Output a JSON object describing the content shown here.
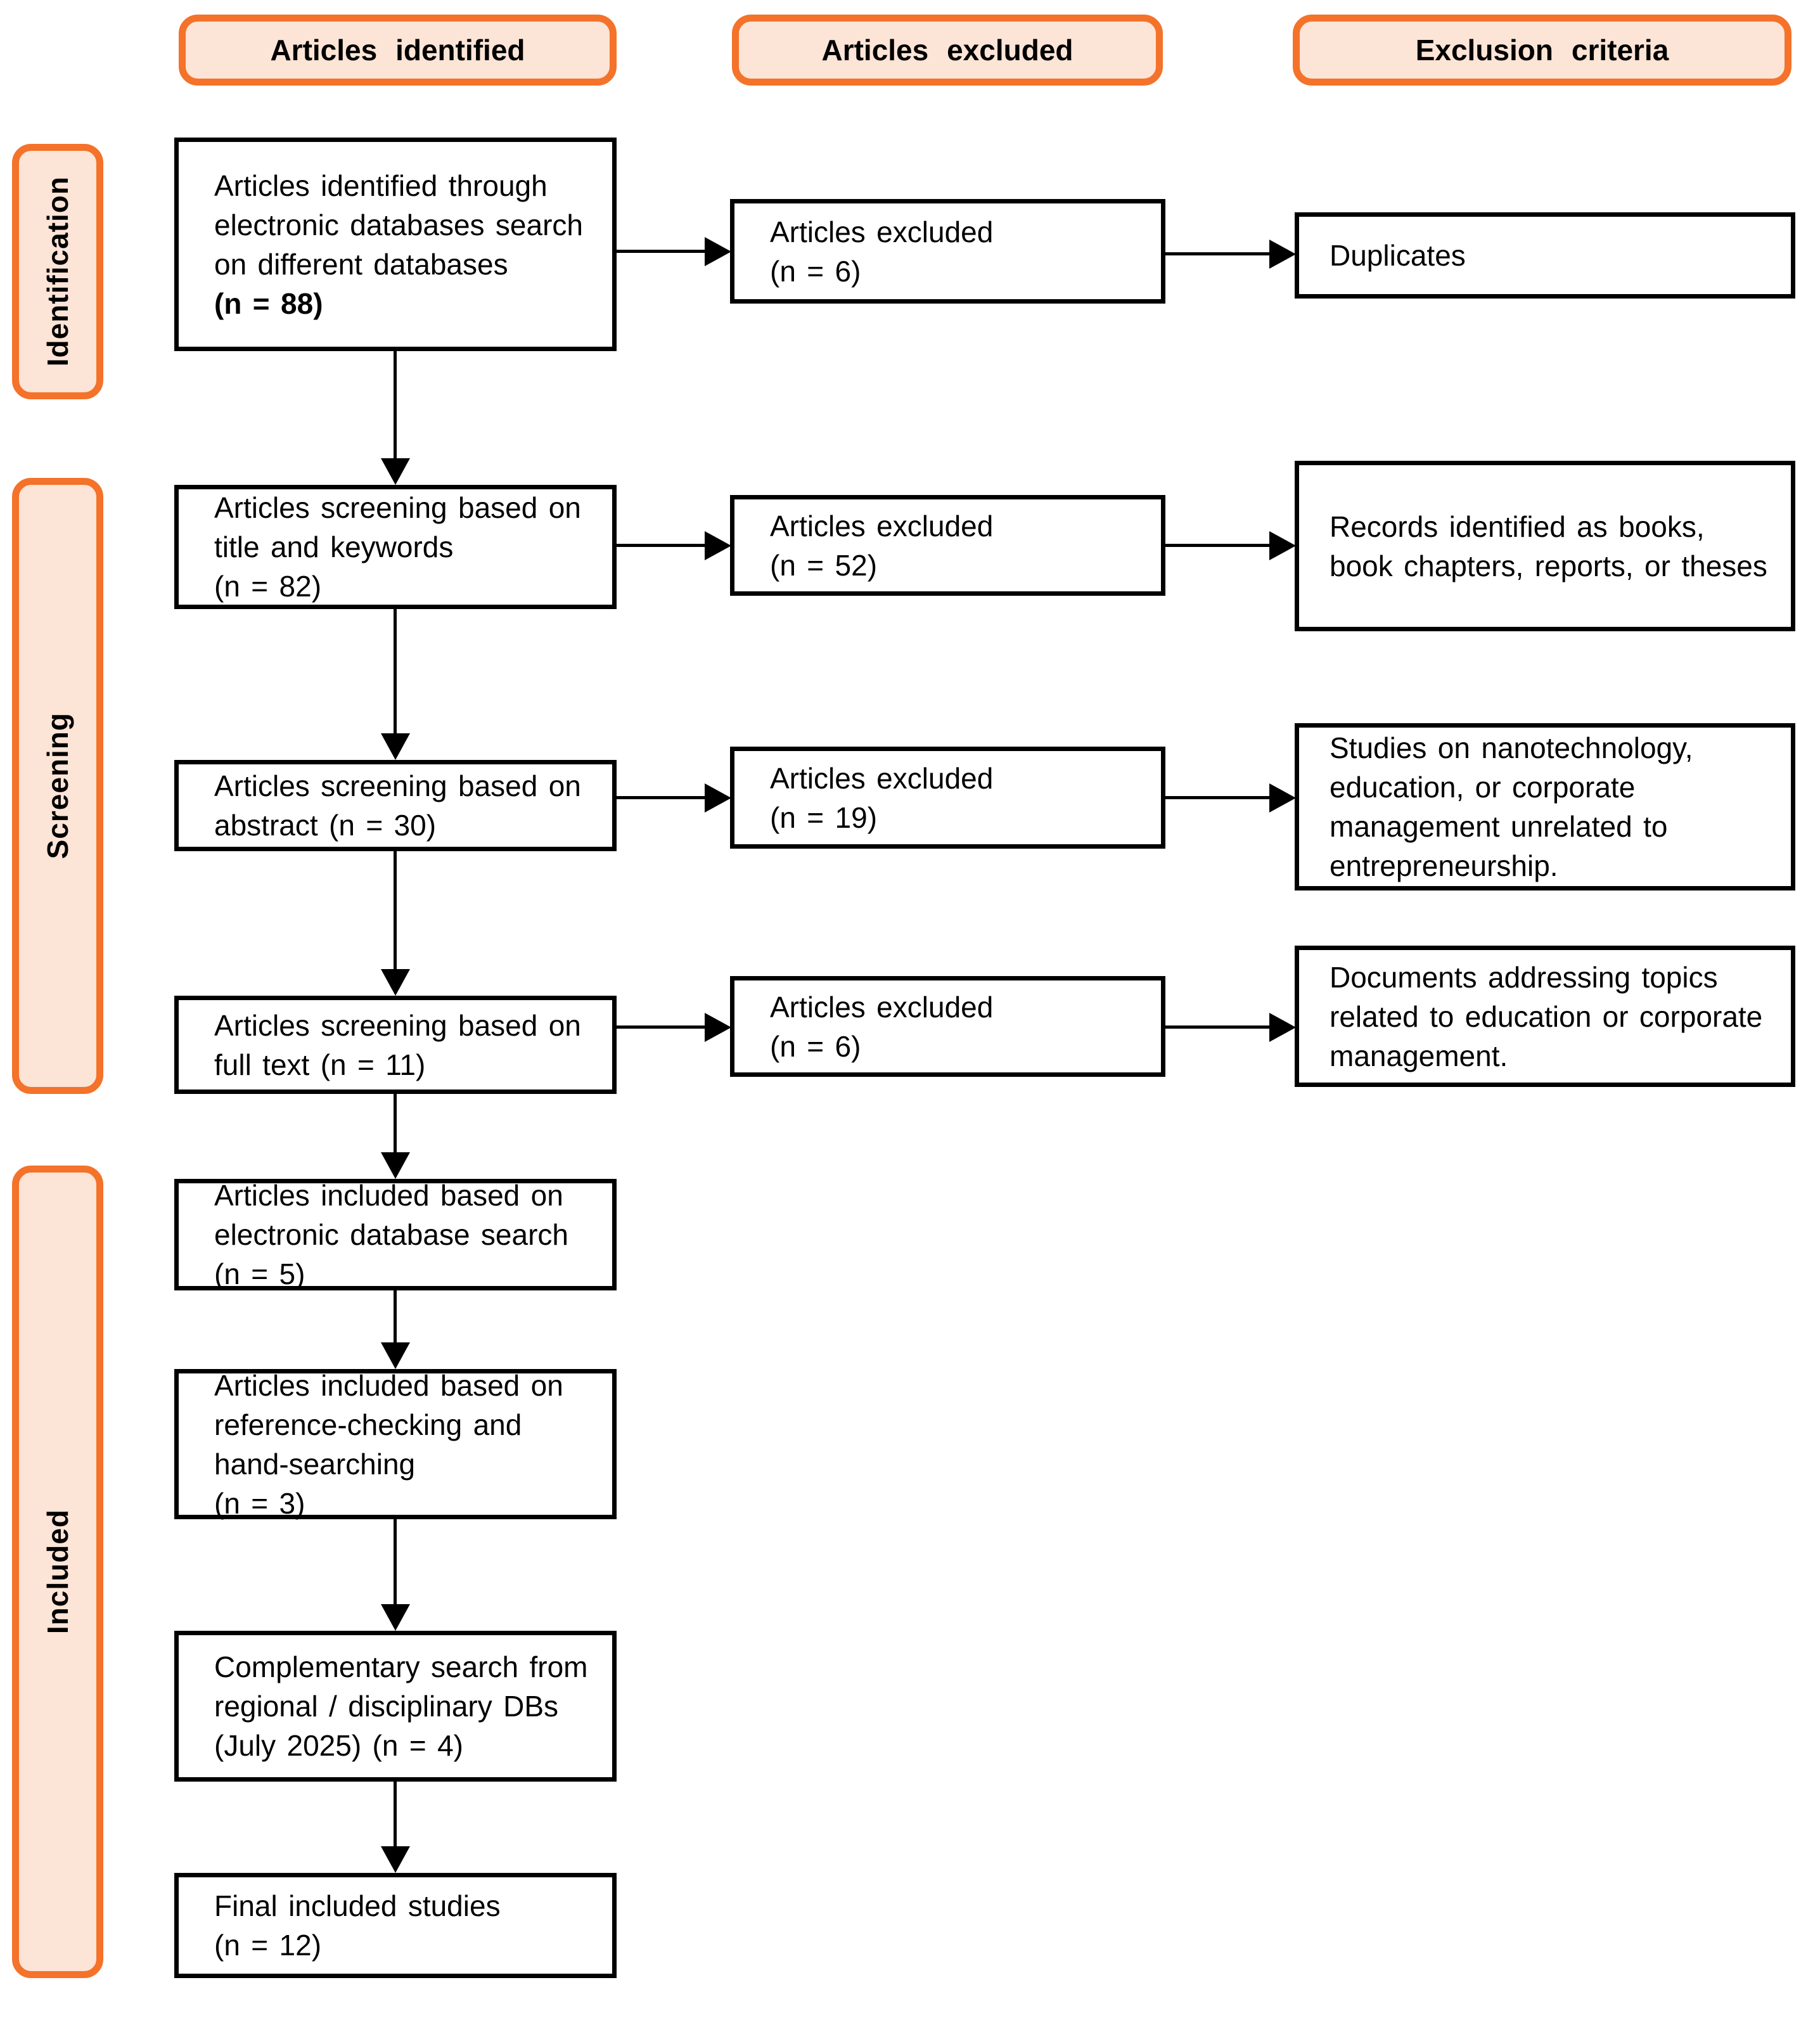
{
  "diagram_title": "PRISMA-style article selection flow diagram",
  "colors": {
    "accent_border": "#F4722A",
    "accent_fill": "#FCE4D6",
    "box_border": "#000000",
    "box_fill": "#FFFFFF",
    "text": "#000000"
  },
  "headers": [
    {
      "label": "Articles identified"
    },
    {
      "label": "Articles excluded"
    },
    {
      "label": "Exclusion criteria"
    }
  ],
  "sidebar": [
    {
      "label": "Identification"
    },
    {
      "label": "Screening"
    },
    {
      "label": "Included"
    }
  ],
  "flow_boxes": [
    {
      "body": "Articles identified through electronic databases search on different databases",
      "count": "(n = 88)"
    },
    {
      "body": "Articles screening based on title and keywords",
      "count": "(n = 82)"
    },
    {
      "body": "Articles screening based on abstract",
      "count": "(n = 30)"
    },
    {
      "body": "Articles screening based on full text",
      "count": "(n = 11)"
    },
    {
      "body": "Articles included based on electronic database search",
      "count": "(n = 5)"
    },
    {
      "body": "Articles included based on reference-checking and hand-searching",
      "count": "(n = 3)"
    },
    {
      "body": "Complementary search from regional / disciplinary DBs (July 2025)",
      "count": "(n = 4)"
    },
    {
      "body": "Final included studies",
      "count": "(n = 12)"
    }
  ],
  "excluded_boxes": [
    {
      "body": "Articles excluded",
      "count": "(n = 6)"
    },
    {
      "body": "Articles excluded",
      "count": "(n = 52)"
    },
    {
      "body": "Articles excluded",
      "count": "(n = 19)"
    },
    {
      "body": "Articles excluded",
      "count": "(n = 6)"
    }
  ],
  "criteria_boxes": [
    {
      "body": "Duplicates"
    },
    {
      "body": "Records identified as books, book chapters, reports, or theses"
    },
    {
      "body": "Studies on nanotechnology, education, or corporate management unrelated to entrepreneurship."
    },
    {
      "body": "Documents addressing topics related to education or corporate management."
    }
  ]
}
